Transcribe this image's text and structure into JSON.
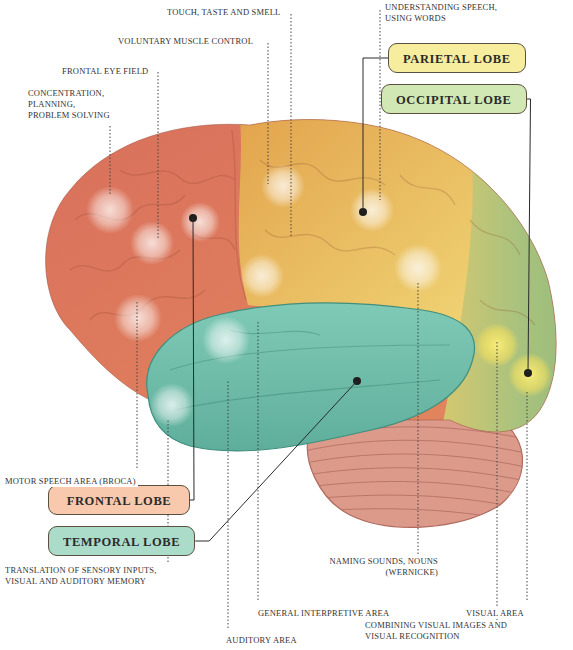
{
  "diagram": {
    "nodes": [
      {
        "text": [
          "PARIETAL LOBE"
        ]
      },
      {
        "text": [
          "OCCIPITAL LOBE"
        ]
      },
      {
        "text": [
          "FRONTAL LOBE"
        ]
      },
      {
        "text": [
          "TEMPORAL LOBE"
        ]
      }
    ],
    "labels": [
      "TOUCH, TASTE AND SMELL",
      "VOLUNTARY MUSCLE CONTROL",
      "UNDERSTANDING SPEECH, USING WORDS",
      "FRONTAL EYE FIELD",
      "CONCENTRATION, PLANNING, PROBLEM SOLVING",
      "MOTOR SPEECH AREA (BROCA)",
      "TRANSLATION OF SENSORY INPUTS, VISUAL AND AUDITORY MEMORY",
      "NAMING SOUNDS, NOUNS (WERNICKE)",
      "GENERAL INTERPRETIVE AREA",
      "VISUAL AREA",
      "AUDITORY AREA",
      "COMBINING VISUAL IMAGES AND VISUAL RECOGNITION"
    ]
  }
}
